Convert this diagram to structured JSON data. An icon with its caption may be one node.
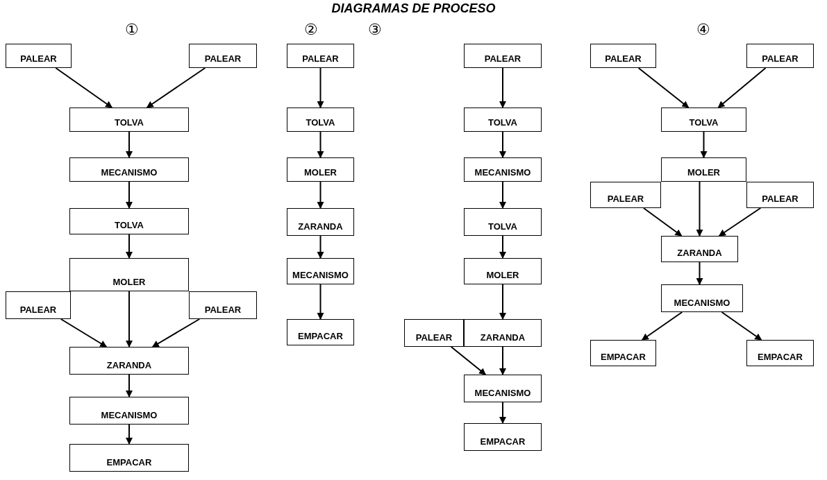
{
  "diagram": {
    "title": "DIAGRAMAS DE PROCESO",
    "nodes": [
      {
        "text": [
          "PALEAR"
        ]
      },
      {
        "text": [
          "PALEAR"
        ]
      },
      {
        "text": [
          "TOLVA"
        ]
      },
      {
        "text": [
          "MECANISMO"
        ]
      },
      {
        "text": [
          "TOLVA"
        ]
      },
      {
        "text": [
          "MOLER"
        ]
      },
      {
        "text": [
          "PALEAR"
        ]
      },
      {
        "text": [
          "PALEAR"
        ]
      },
      {
        "text": [
          "ZARANDA"
        ]
      },
      {
        "text": [
          "MECANISMO"
        ]
      },
      {
        "text": [
          "EMPACAR"
        ]
      },
      {
        "text": [
          "PALEAR"
        ]
      },
      {
        "text": [
          "TOLVA"
        ]
      },
      {
        "text": [
          "MOLER"
        ]
      },
      {
        "text": [
          "ZARANDA"
        ]
      },
      {
        "text": [
          "MECANISMO"
        ]
      },
      {
        "text": [
          "EMPACAR"
        ]
      },
      {
        "text": [
          "PALEAR"
        ]
      },
      {
        "text": [
          "TOLVA"
        ]
      },
      {
        "text": [
          "MECANISMO"
        ]
      },
      {
        "text": [
          "TOLVA"
        ]
      },
      {
        "text": [
          "MOLER"
        ]
      },
      {
        "text": [
          "PALEAR"
        ]
      },
      {
        "text": [
          "ZARANDA"
        ]
      },
      {
        "text": [
          "MECANISMO"
        ]
      },
      {
        "text": [
          "EMPACAR"
        ]
      },
      {
        "text": [
          "PALEAR"
        ]
      },
      {
        "text": [
          "PALEAR"
        ]
      },
      {
        "text": [
          "TOLVA"
        ]
      },
      {
        "text": [
          "MOLER"
        ]
      },
      {
        "text": [
          "PALEAR"
        ]
      },
      {
        "text": [
          "PALEAR"
        ]
      },
      {
        "text": [
          "ZARANDA"
        ]
      },
      {
        "text": [
          "MECANISMO"
        ]
      },
      {
        "text": [
          "EMPACAR"
        ]
      },
      {
        "text": [
          "EMPACAR"
        ]
      }
    ],
    "edges": [
      {
        "from": 0,
        "to": 2,
        "arrow": "to"
      },
      {
        "from": 1,
        "to": 2,
        "arrow": "to"
      },
      {
        "from": 2,
        "to": 3,
        "arrow": "to"
      },
      {
        "from": 3,
        "to": 4,
        "arrow": "to"
      },
      {
        "from": 4,
        "to": 5,
        "arrow": "to"
      },
      {
        "from": 5,
        "to": 8,
        "arrow": "to"
      },
      {
        "from": 6,
        "to": 8,
        "arrow": "to"
      },
      {
        "from": 7,
        "to": 8,
        "arrow": "to"
      },
      {
        "from": 8,
        "to": 9,
        "arrow": "to"
      },
      {
        "from": 9,
        "to": 10,
        "arrow": "to"
      },
      {
        "from": 11,
        "to": 12,
        "arrow": "to"
      },
      {
        "from": 12,
        "to": 13,
        "arrow": "to"
      },
      {
        "from": 13,
        "to": 14,
        "arrow": "to"
      },
      {
        "from": 14,
        "to": 15,
        "arrow": "to"
      },
      {
        "from": 15,
        "to": 16,
        "arrow": "to"
      },
      {
        "from": 17,
        "to": 18,
        "arrow": "to"
      },
      {
        "from": 18,
        "to": 19,
        "arrow": "to"
      },
      {
        "from": 19,
        "to": 20,
        "arrow": "to"
      },
      {
        "from": 20,
        "to": 21,
        "arrow": "to"
      },
      {
        "from": 21,
        "to": 23,
        "arrow": "to"
      },
      {
        "from": 22,
        "to": 24,
        "arrow": "to"
      },
      {
        "from": 23,
        "to": 24,
        "arrow": "to"
      },
      {
        "from": 24,
        "to": 25,
        "arrow": "to"
      },
      {
        "from": 26,
        "to": 28,
        "arrow": "to"
      },
      {
        "from": 27,
        "to": 28,
        "arrow": "to"
      },
      {
        "from": 28,
        "to": 29,
        "arrow": "to"
      },
      {
        "from": 29,
        "to": 32,
        "arrow": "to"
      },
      {
        "from": 30,
        "to": 32,
        "arrow": "to"
      },
      {
        "from": 31,
        "to": 32,
        "arrow": "to"
      },
      {
        "from": 32,
        "to": 33,
        "arrow": "to"
      },
      {
        "from": 33,
        "to": 34,
        "arrow": "to"
      },
      {
        "from": 33,
        "to": 35,
        "arrow": "to"
      }
    ],
    "labels": [
      "①",
      "②",
      "③",
      "④"
    ]
  }
}
